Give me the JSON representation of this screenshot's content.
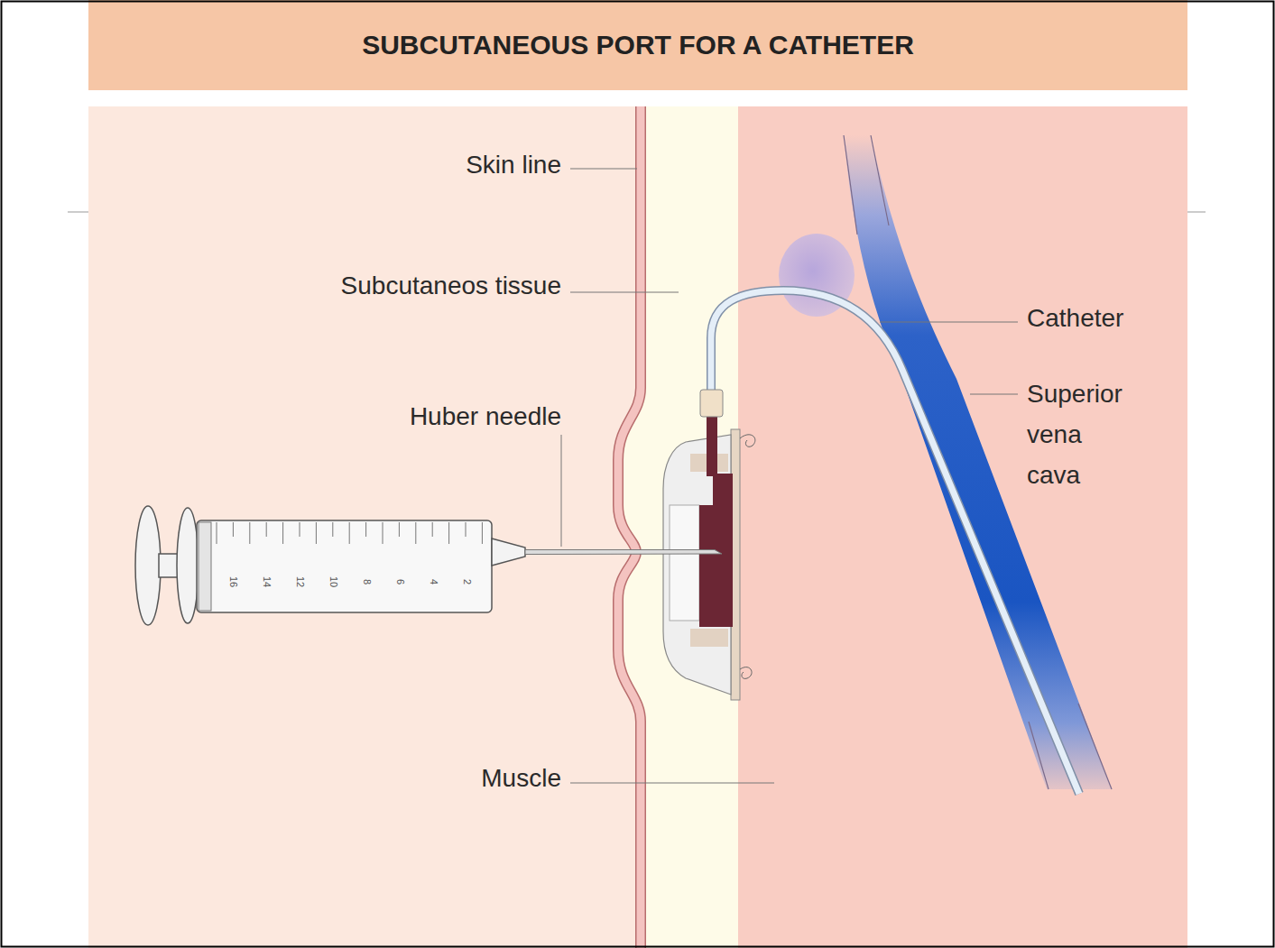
{
  "diagram": {
    "title": "SUBCUTANEOUS PORT FOR A CATHETER",
    "labels": [
      "Skin line",
      "Subcutaneos tissue",
      "Huber needle",
      "Muscle",
      "Catheter",
      "Superior vena cava",
      "16",
      "14",
      "12",
      "10",
      "8",
      "6",
      "4",
      "2"
    ]
  }
}
